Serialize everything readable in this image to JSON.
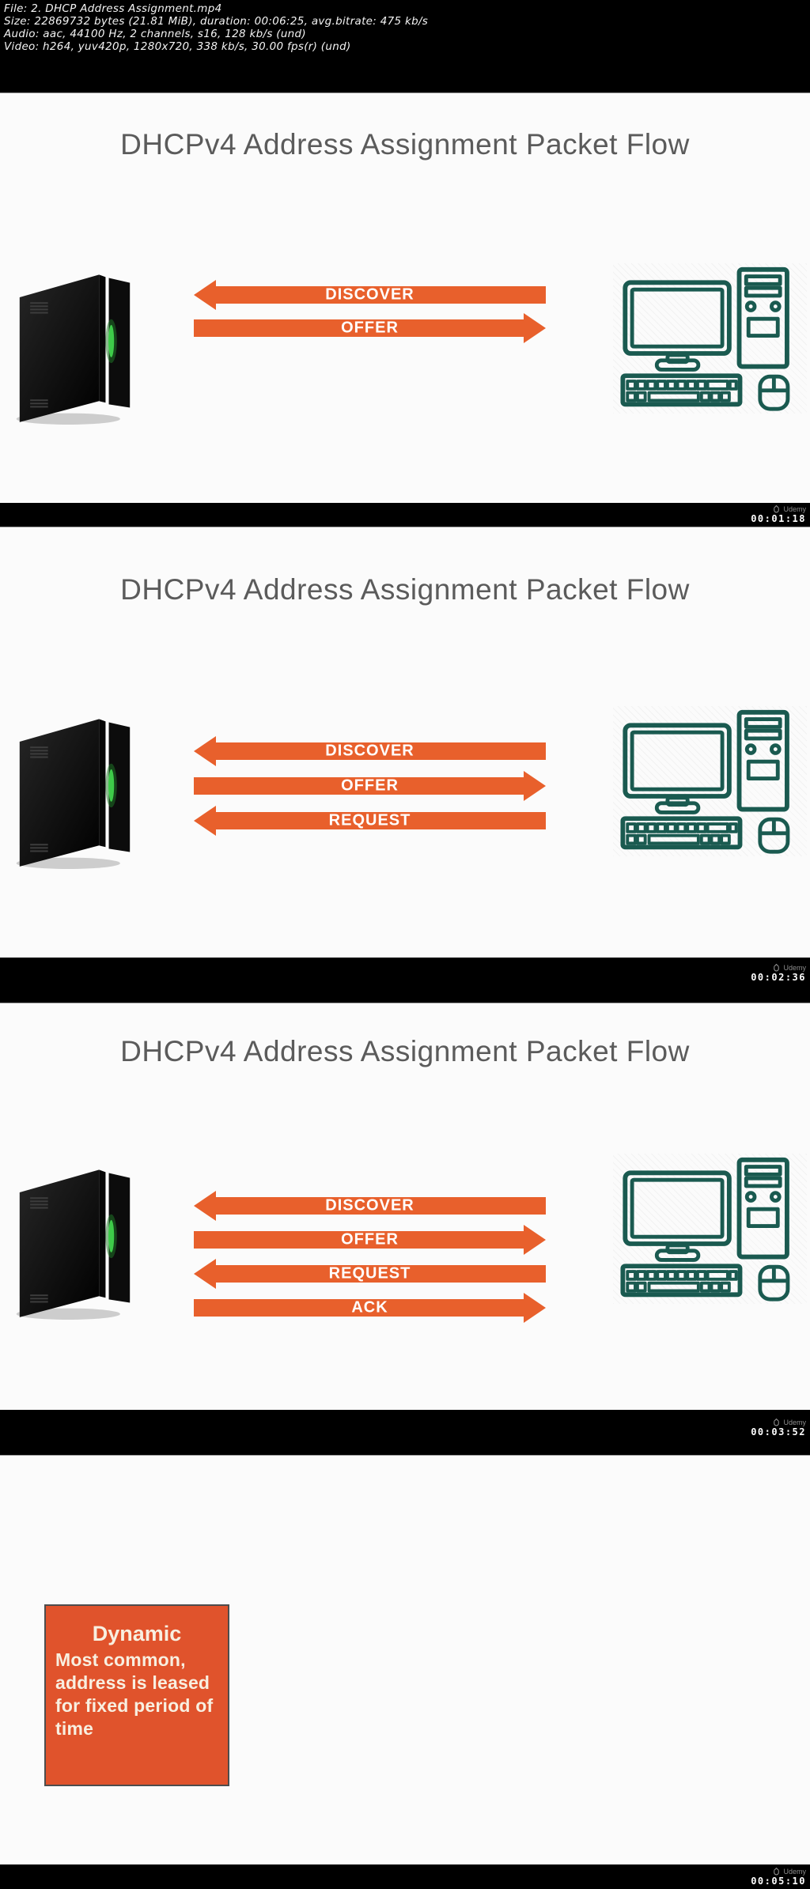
{
  "header": {
    "lines": [
      "File: 2. DHCP Address Assignment.mp4",
      "Size: 22869732 bytes (21.81 MiB), duration: 00:06:25, avg.bitrate: 475 kb/s",
      "Audio: aac, 44100 Hz, 2 channels, s16, 128 kb/s (und)",
      "Video: h264, yuv420p, 1280x720, 338 kb/s, 30.00 fps(r) (und)"
    ]
  },
  "watermark": {
    "brand": "Udemy"
  },
  "frames": [
    {
      "title": "DHCPv4 Address Assignment Packet Flow",
      "timestamp": "00:01:18",
      "arrows": [
        {
          "label": "DISCOVER",
          "direction": "left"
        },
        {
          "label": "OFFER",
          "direction": "right"
        }
      ]
    },
    {
      "title": "DHCPv4 Address Assignment Packet Flow",
      "timestamp": "00:02:36",
      "arrows": [
        {
          "label": "DISCOVER",
          "direction": "left"
        },
        {
          "label": "OFFER",
          "direction": "right"
        },
        {
          "label": "REQUEST",
          "direction": "left"
        }
      ]
    },
    {
      "title": "DHCPv4 Address Assignment Packet Flow",
      "timestamp": "00:03:52",
      "arrows": [
        {
          "label": "DISCOVER",
          "direction": "left"
        },
        {
          "label": "OFFER",
          "direction": "right"
        },
        {
          "label": "REQUEST",
          "direction": "left"
        },
        {
          "label": "ACK",
          "direction": "right"
        }
      ]
    },
    {
      "title": "",
      "timestamp": "00:05:10",
      "card": {
        "title": "Dynamic",
        "body": "Most common, address is leased for fixed period of time"
      }
    }
  ],
  "colors": {
    "arrow_orange": "#e8602c",
    "card_orange": "#e0532c",
    "card_text": "#f8efe0",
    "title_gray": "#5b5b5b",
    "client_teal": "#1a5a50",
    "server_led_green": "#3ecb49"
  }
}
